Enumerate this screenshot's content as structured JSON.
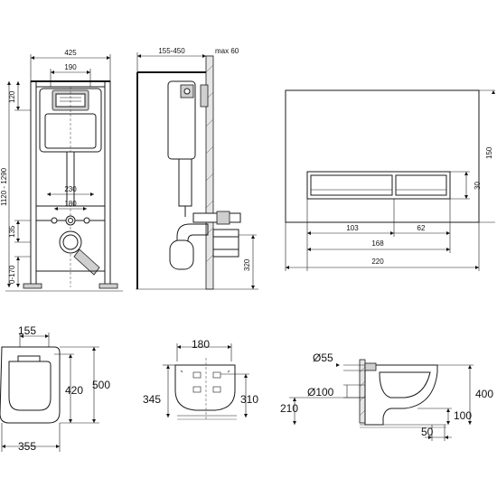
{
  "frame": {
    "width_dim": "425",
    "panel_dim": "190",
    "height_range_dim": "1120 - 1290",
    "top_dim": "120",
    "spacing_230": "230",
    "spacing_180": "180",
    "low_dim": "135",
    "floor_range_dim": "0-170"
  },
  "side": {
    "depth_dim": "155-450",
    "max_dim": "max 60",
    "drain_dim": "320"
  },
  "plate": {
    "width_dim": "220",
    "height_dim": "150",
    "button_h_dim": "30",
    "left_dim": "103",
    "right_dim": "62",
    "inner_dim": "168"
  },
  "bowl_top": {
    "top_dim": "155",
    "length_dim": "420",
    "full_dim": "500",
    "width_dim": "355"
  },
  "bowl_back": {
    "width_dim": "180",
    "height_dim": "345",
    "bolt_dim": "310"
  },
  "bowl_side": {
    "diam55": "Ø55",
    "diam100": "Ø100",
    "height_dim": "400",
    "floor_dim": "210",
    "outlet_dim": "100",
    "setback_dim": "50"
  }
}
